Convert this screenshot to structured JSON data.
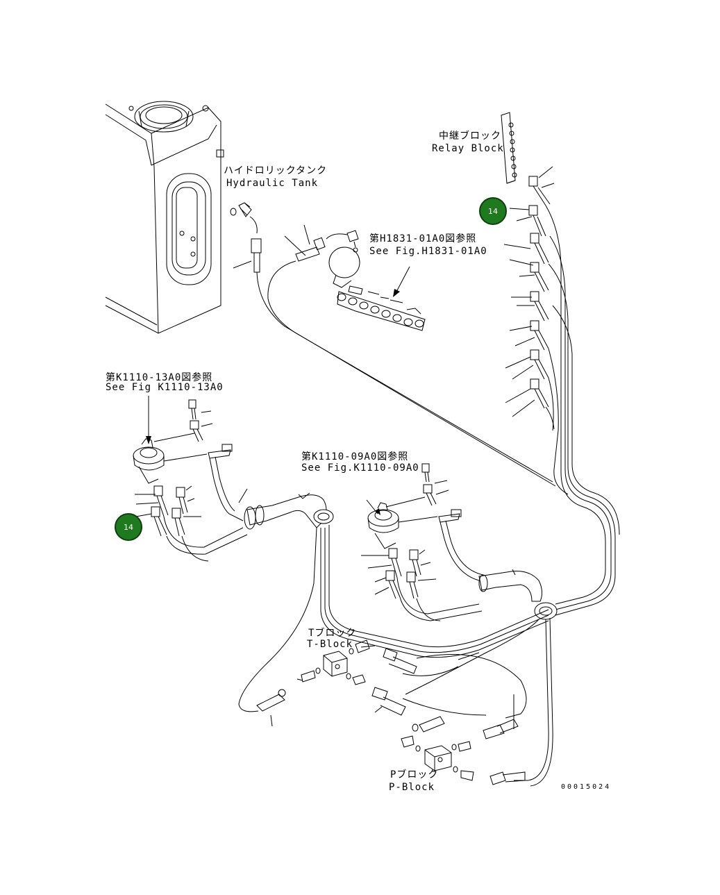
{
  "labels": {
    "hydraulic_tank_jp": "ハイドロリックタンク",
    "hydraulic_tank_en": "Hydraulic Tank",
    "relay_block_jp": "中継ブロック",
    "relay_block_en": "Relay Block",
    "ref_h1831_jp": "第H1831-01A0図参照",
    "ref_h1831_en": "See Fig.H1831-01A0",
    "ref_k1110_13_jp": "第K1110-13A0図参照",
    "ref_k1110_13_en": "See Fig K1110-13A0",
    "ref_k1110_09_jp": "第K1110-09A0図参照",
    "ref_k1110_09_en": "See Fig.K1110-09A0",
    "t_block_jp": "Tブロック",
    "t_block_en": "T-Block",
    "p_block_jp": "Pブロック",
    "p_block_en": "P-Block",
    "figure_number": "00015024"
  },
  "callouts": [
    {
      "number": "14"
    },
    {
      "number": "14"
    }
  ],
  "colors": {
    "callout_fill": "#1f7a1f",
    "line": "#000000",
    "background": "#ffffff"
  }
}
